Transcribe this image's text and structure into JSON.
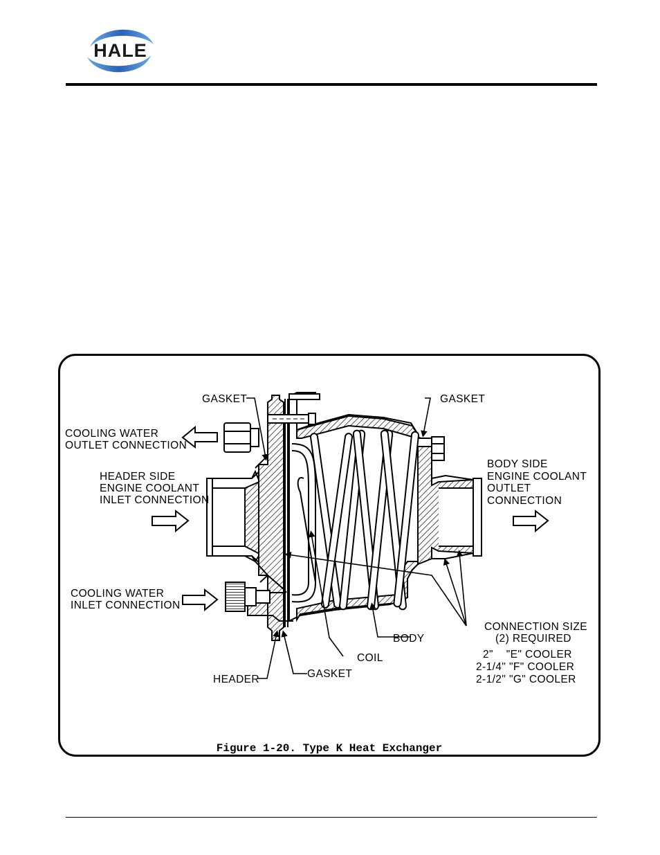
{
  "header": {
    "logo_text": "HALE"
  },
  "figure": {
    "caption": "Figure 1-20. Type K Heat Exchanger",
    "labels": {
      "gasket_top_left": "GASKET",
      "gasket_top_right": "GASKET",
      "cooling_water_outlet_1": "COOLING WATER",
      "cooling_water_outlet_2": "OUTLET CONNECTION",
      "header_side_1": "HEADER SIDE",
      "header_side_2": "ENGINE COOLANT",
      "header_side_3": "INLET CONNECTION",
      "body_side_1": "BODY SIDE",
      "body_side_2": "ENGINE COOLANT",
      "body_side_3": "OUTLET",
      "body_side_4": "CONNECTION",
      "cooling_water_inlet_1": "COOLING WATER",
      "cooling_water_inlet_2": "INLET CONNECTION",
      "connection_size_1": "CONNECTION SIZE",
      "connection_size_2": "(2) REQUIRED",
      "cooler_e": "2\"    \"E\" COOLER",
      "cooler_f": "2-1/4\" \"F\" COOLER",
      "cooler_g": "2-1/2\" \"G\" COOLER",
      "body": "BODY",
      "coil": "COIL",
      "header": "HEADER",
      "gasket_bottom": "GASKET"
    }
  }
}
